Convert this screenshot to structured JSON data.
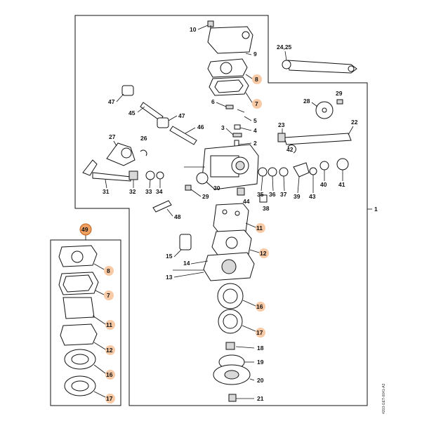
{
  "main_assembly": {
    "number": "1",
    "callouts": {
      "p10": "10",
      "p9": "9",
      "p8": "8",
      "p7": "7",
      "p6": "6",
      "p5": "5",
      "p4": "4",
      "p3": "3",
      "p2": "2",
      "p2425": "24,25",
      "p29a": "29",
      "p28": "28",
      "p22": "22",
      "p23": "23",
      "p42": "42",
      "p47a": "47",
      "p45": "45",
      "p47b": "47",
      "p46": "46",
      "p27": "27",
      "p26": "26",
      "p31": "31",
      "p32": "32",
      "p33": "33",
      "p34": "34",
      "p30": "30",
      "p29b": "29",
      "p35": "35",
      "p36": "36",
      "p37": "37",
      "p39": "39",
      "p40": "40",
      "p41": "41",
      "p43": "43",
      "p44": "44",
      "p38": "38",
      "p48": "48",
      "p11": "11",
      "p12": "12",
      "p15": "15",
      "p14": "14",
      "p13": "13",
      "p16": "16",
      "p17": "17",
      "p18": "18",
      "p19": "19",
      "p20": "20",
      "p21": "21"
    }
  },
  "kit": {
    "number": "49",
    "callouts": {
      "k8": "8",
      "k7": "7",
      "k11": "11",
      "k12": "12",
      "k16": "16",
      "k17": "17"
    }
  },
  "side_code": "4203-GET-0041-A3",
  "colors": {
    "highlight": "#f7c9a4",
    "kit_badge": "#f0a060",
    "line": "#111111"
  }
}
